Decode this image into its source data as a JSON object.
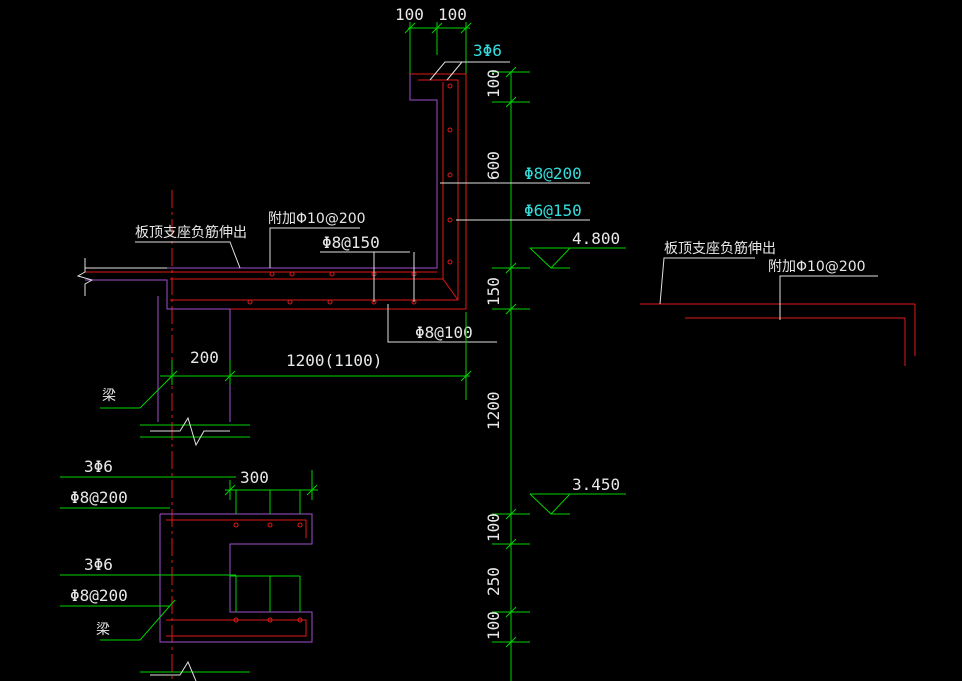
{
  "colors": {
    "background": "#000000",
    "dimension": "#00d200",
    "leader": "#e0e0e0",
    "rebar": "#e01818",
    "outline": "#a050d0",
    "text_white": "#e8e8e8",
    "text_cyan": "#33dddd"
  },
  "dims": {
    "top_left": "100",
    "top_right": "100",
    "parapet_height": "100",
    "parapet_upper": "600",
    "slab_thickness": "150",
    "floor_height": "1200",
    "lower_100a": "100",
    "lower_250": "250",
    "lower_100b": "100",
    "beam_width": "200",
    "cantilever": "1200(1100)",
    "lower_beam": "300"
  },
  "rebar_labels": {
    "parapet_top": "3Φ6",
    "parapet_vertical": "Φ8@200",
    "parapet_horizontal": "Φ6@150",
    "slab_top_extra": "附加Φ10@200",
    "slab_distribution": "Φ8@150",
    "slab_bottom": "Φ8@100",
    "beam_upper_long": "3Φ6",
    "beam_upper_stirrup": "Φ8@200",
    "beam_lower_long": "3Φ6",
    "beam_lower_stirrup": "Φ8@200",
    "detail_extra": "附加Φ10@200"
  },
  "notes": {
    "slab_support_negative": "板顶支座负筋伸出",
    "beam_upper": "梁",
    "beam_lower": "梁",
    "detail_support_negative": "板顶支座负筋伸出"
  },
  "elevations": {
    "upper": "4.800",
    "lower": "3.450"
  }
}
